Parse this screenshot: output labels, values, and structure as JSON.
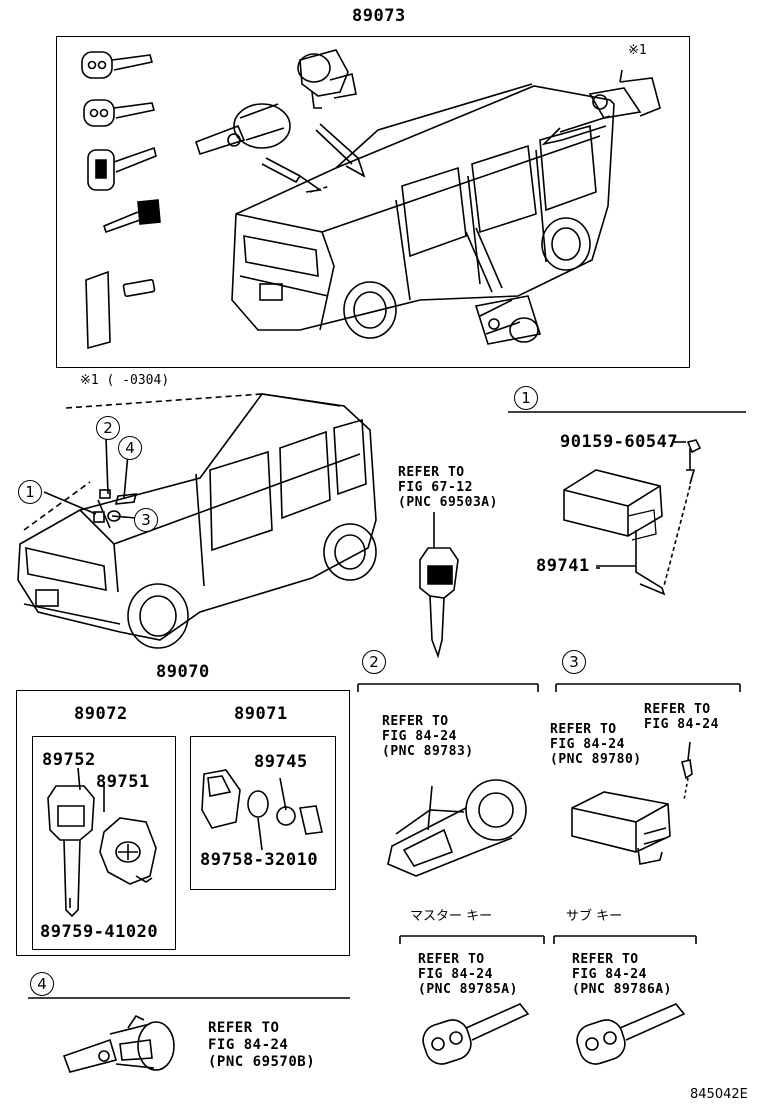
{
  "labels": {
    "top_group": "89073",
    "note": "※1 (      -0304)",
    "note_marker": "※1",
    "remote_group": "89070",
    "key_set": "89072",
    "battery_set": "89071",
    "key_blank": "89752",
    "transmitter": "89751",
    "screw": "89759-41020",
    "battery_kit": "89745",
    "battery_part": "89758-32010",
    "bolt": "90159-60547",
    "computer": "89741",
    "master_key": "マスター キー",
    "sub_key": "サブ キー",
    "figure_id": "845042E"
  },
  "callouts": {
    "c1": "1",
    "c2": "2",
    "c3": "3",
    "c4": "4"
  },
  "refs": {
    "key": [
      "REFER TO",
      "FIG 67-12",
      "(PNC 69503A)"
    ],
    "amplifier": [
      "REFER TO",
      "FIG 84-24",
      "(PNC 89783)"
    ],
    "ecu": [
      "REFER TO",
      "FIG 84-24",
      "(PNC 89780)"
    ],
    "ecu_bolt": [
      "REFER TO",
      "FIG 84-24"
    ],
    "master_key": [
      "REFER TO",
      "FIG 84-24",
      "(PNC 89785A)"
    ],
    "sub_key": [
      "REFER TO",
      "FIG 84-24",
      "(PNC 89786A)"
    ],
    "cylinder": [
      "REFER TO",
      "FIG 84-24",
      "(PNC 69570B)"
    ]
  }
}
